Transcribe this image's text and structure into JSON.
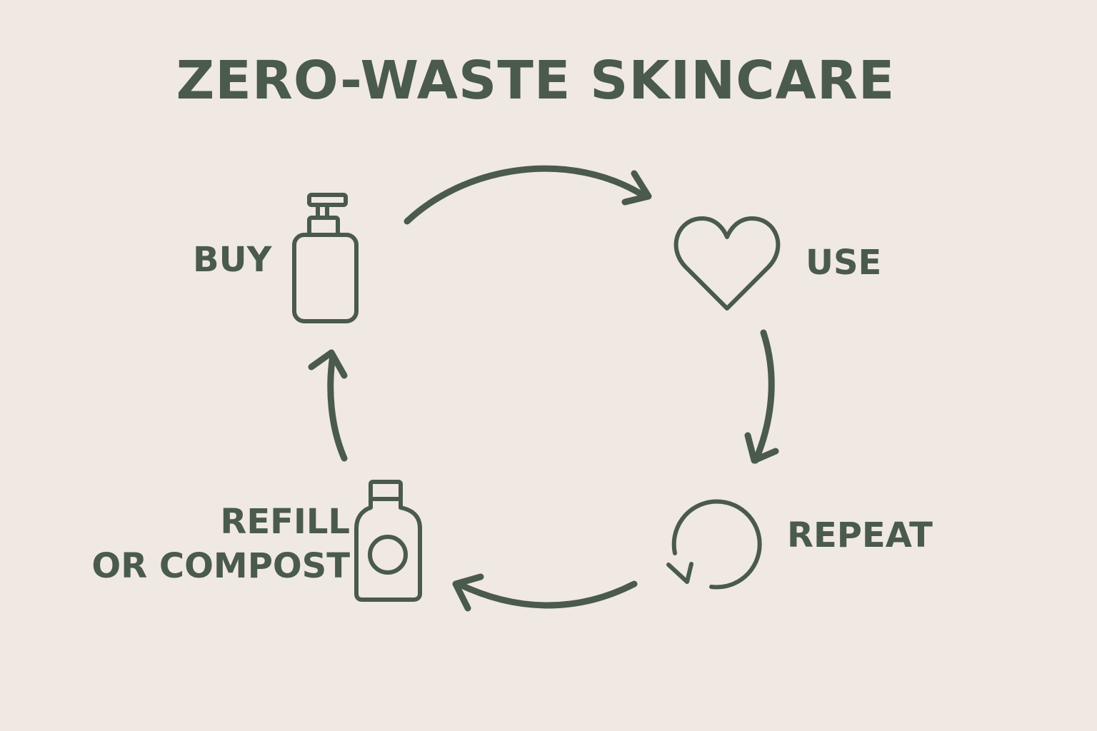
{
  "title": "ZERO-WASTE SKINCARE",
  "steps": {
    "buy": {
      "label": "BUY",
      "icon": "pump-bottle-icon"
    },
    "use": {
      "label": "USE",
      "icon": "heart-icon"
    },
    "repeat": {
      "label": "REPEAT",
      "icon": "cycle-arrow-icon"
    },
    "refill": {
      "label_line1": "REFILL",
      "label_line2": "OR COMPOST",
      "icon": "refill-bottle-icon"
    }
  },
  "colors": {
    "background": "#efe9e2",
    "ink": "#4a5a4c"
  }
}
